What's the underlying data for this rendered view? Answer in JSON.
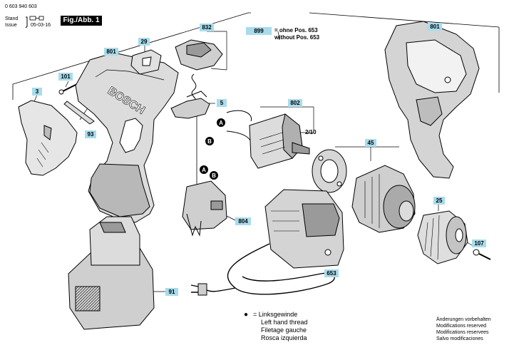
{
  "header": {
    "doc_number": "0 603 940 603",
    "stand_label": "Stand",
    "issue_label": "Issue",
    "issue_date": "05-03-16",
    "figure_label": "Fig./Abb. 1"
  },
  "callout_899": {
    "number": "899",
    "line1": "= ohne Pos. 653",
    "line2": "without Pos. 653"
  },
  "part_numbers": {
    "p3": "3",
    "p5": "5",
    "p25": "25",
    "p29": "29",
    "p45": "45",
    "p91": "91",
    "p93": "93",
    "p101": "101",
    "p107": "107",
    "p653": "653",
    "p801_left": "801",
    "p801_right": "801",
    "p802": "802",
    "p804": "804",
    "p832": "832"
  },
  "ratio_label": "2/10",
  "brand_text": "BOSCH",
  "connector_labels": {
    "a": "A",
    "b": "B"
  },
  "left_thread_note": {
    "bullet": "●",
    "de": "= Linksgewinde",
    "en": "Left hand thread",
    "fr": "Filetage gauche",
    "es": "Rosca izquierda"
  },
  "modifications_note": {
    "de": "Änderungen vorbehalten",
    "en": "Modifications reserved",
    "fr": "Modifications reservees",
    "es": "Salvo modificaciones"
  },
  "colors": {
    "tag_fill": "#a8dcec",
    "line": "#000000",
    "part_fill": "#d9d9d9"
  }
}
